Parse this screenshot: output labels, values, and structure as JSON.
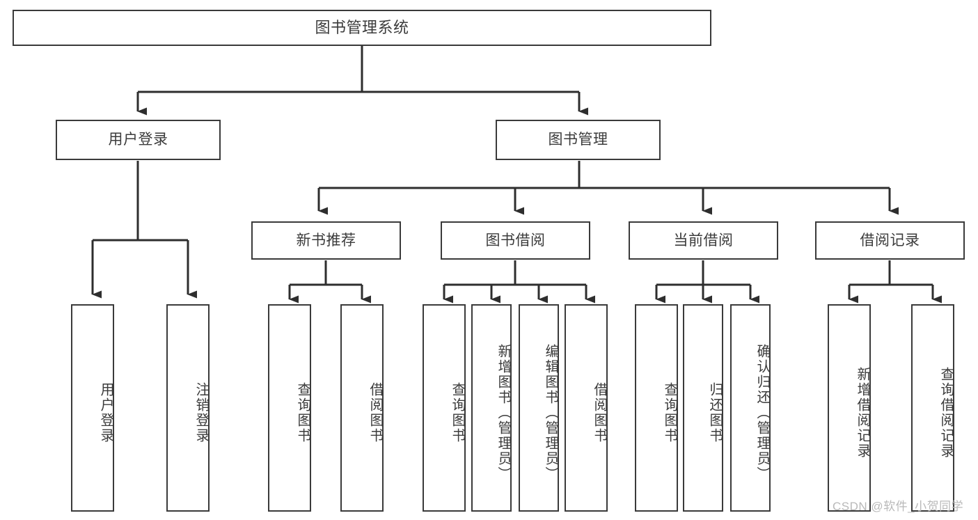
{
  "diagram": {
    "title": "图书管理系统",
    "type": "tree-hierarchy",
    "watermark": "CSDN @软件_小贺同学",
    "colors": {
      "background": "#ffffff",
      "box_border": "#3a3a3a",
      "text": "#3b3b3b",
      "connector": "#2e2e2e",
      "watermark": "#b9b9b9"
    },
    "nodes": {
      "root": {
        "label": "图书管理系统"
      },
      "level1": [
        {
          "label": "用户登录"
        },
        {
          "label": "图书管理"
        }
      ],
      "level2": [
        {
          "label": "新书推荐"
        },
        {
          "label": "图书借阅"
        },
        {
          "label": "当前借阅"
        },
        {
          "label": "借阅记录"
        }
      ],
      "leaves": {
        "user_login": [
          {
            "label": "用户登录"
          },
          {
            "label": "注销登录"
          }
        ],
        "new_book_recommend": [
          {
            "label": "查询图书"
          },
          {
            "label": "借阅图书"
          }
        ],
        "book_borrow": [
          {
            "label": "查询图书"
          },
          {
            "label": "新增图书（管理员）"
          },
          {
            "label": "编辑图书（管理员）"
          },
          {
            "label": "借阅图书"
          }
        ],
        "current_borrow": [
          {
            "label": "查询图书"
          },
          {
            "label": "归还图书"
          },
          {
            "label": "确认归还（管理员）"
          }
        ],
        "borrow_records": [
          {
            "label": "新增借阅记录"
          },
          {
            "label": "查询借阅记录"
          }
        ]
      }
    }
  }
}
